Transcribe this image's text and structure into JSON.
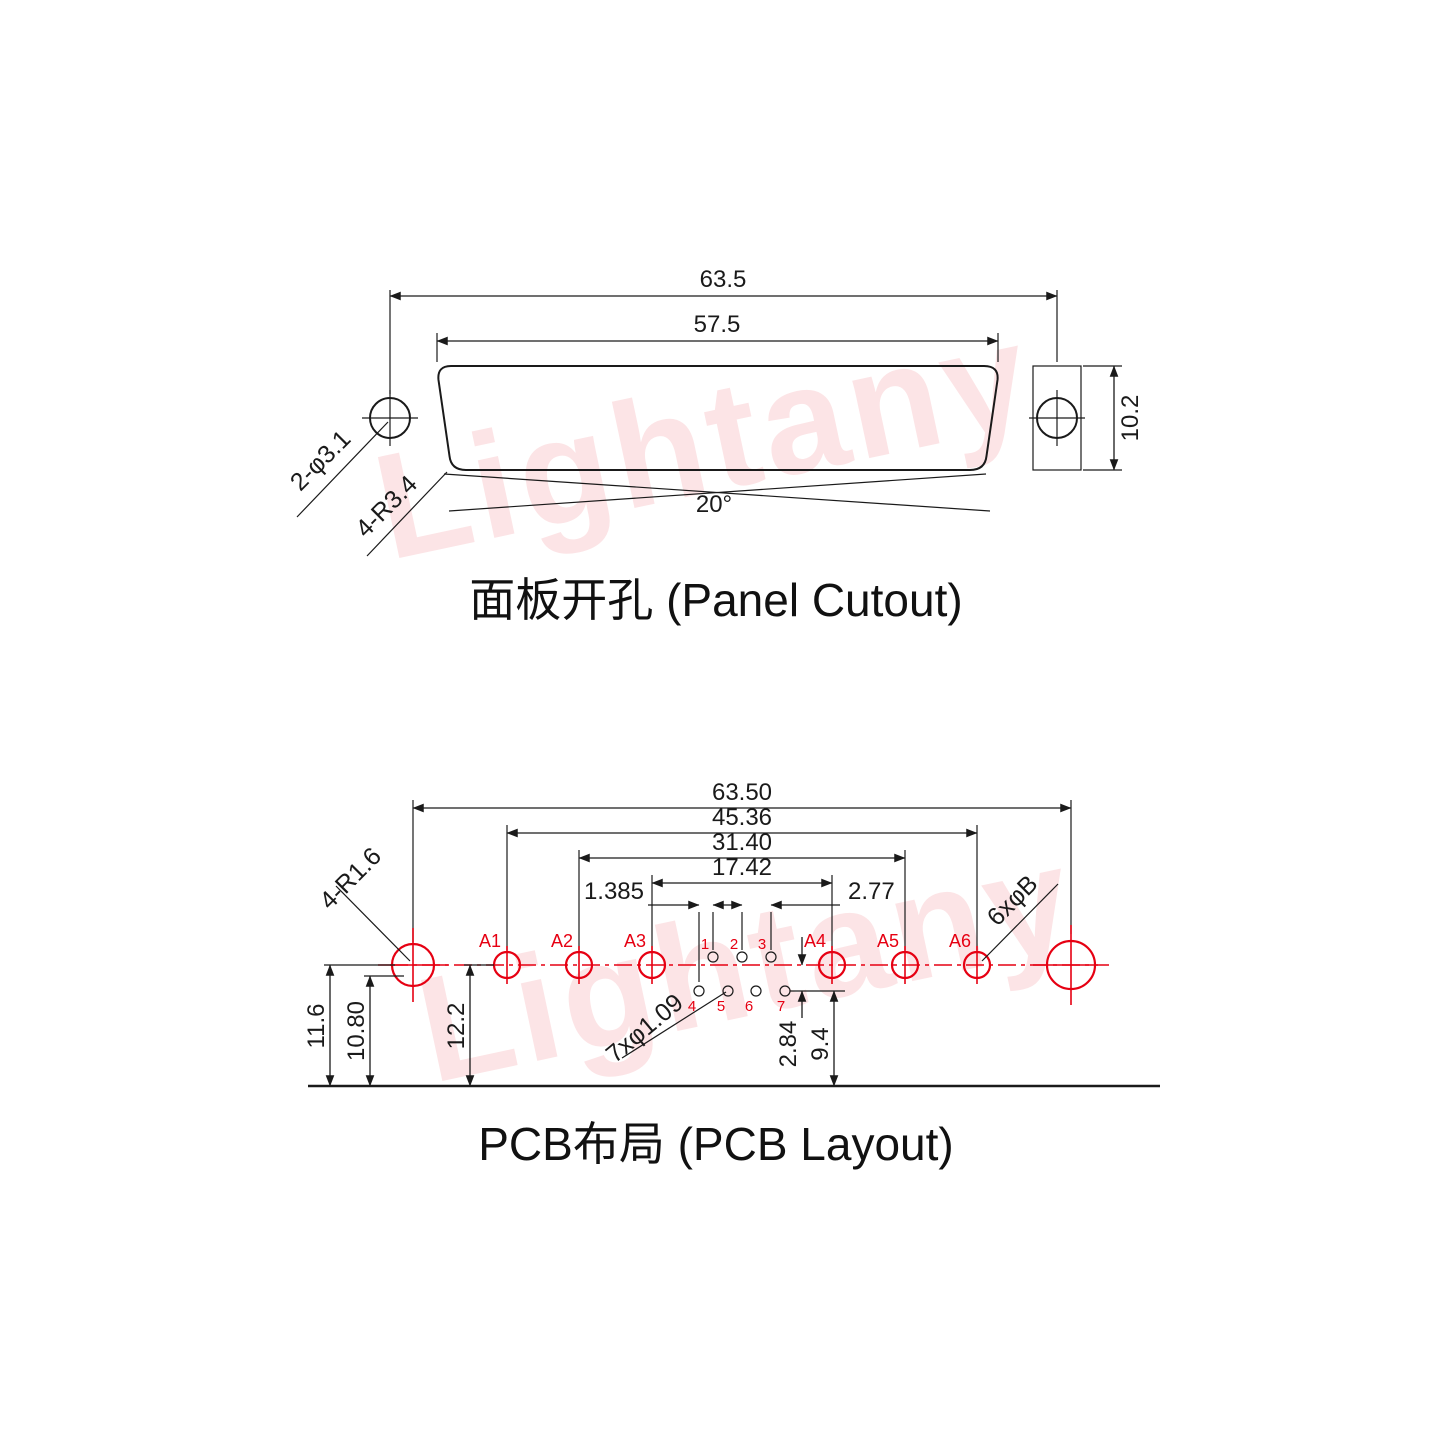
{
  "watermark": {
    "text": "Lightany",
    "color": "#e60012"
  },
  "colors": {
    "line": "#1a1a1a",
    "accent_red": "#e60012"
  },
  "panel": {
    "title": "面板开孔 (Panel Cutout)",
    "dims": {
      "outer_width": "63.5",
      "cutout_width": "57.5",
      "cutout_height": "10.2",
      "taper_angle": "20°"
    },
    "labels": {
      "mount_holes": "2-φ3.1",
      "corner_radius": "4-R3.4"
    }
  },
  "pcb": {
    "title": "PCB布局 (PCB Layout)",
    "dims": {
      "outer_width": "63.50",
      "span_a1_a6": "45.36",
      "span_a2_a5": "31.40",
      "span_a3_a4": "17.42",
      "pin_col_offset": "1.385",
      "pin_pitch": "2.77",
      "mount_to_edge": "11.6",
      "hole_to_edge": "10.80",
      "a_row_to_edge": "12.2",
      "row_offset": "2.84",
      "pin_to_edge": "9.4"
    },
    "labels": {
      "mount_radius": "4-R1.6",
      "signal_holes": "6xφB",
      "pin_holes": "7xφ1.09"
    },
    "a_labels": [
      "A1",
      "A2",
      "A3",
      "A4",
      "A5",
      "A6"
    ],
    "pin_labels": [
      "1",
      "2",
      "3",
      "4",
      "5",
      "6",
      "7"
    ]
  }
}
